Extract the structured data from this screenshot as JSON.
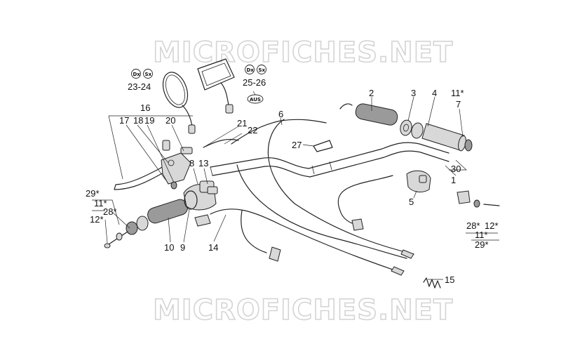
{
  "watermark": {
    "top": "MICROFICHES.NET",
    "bottom": "MICROFICHES.NET"
  },
  "badges": {
    "dx": "Dx",
    "sx": "Sx",
    "aus": "AUS"
  },
  "callouts": {
    "c1": "1",
    "c2": "2",
    "c3": "3",
    "c4": "4",
    "c5": "5",
    "c6": "6",
    "c7": "7",
    "c8": "8",
    "c9": "9",
    "c10": "10",
    "c11_right_top": "11*",
    "c11_left": "11*",
    "c11_right_bottom": "11*",
    "c12_left": "12*",
    "c12_right": "12*",
    "c13": "13",
    "c14": "14",
    "c15": "15",
    "c16": "16",
    "c17": "17",
    "c18": "18",
    "c19": "19",
    "c20": "20",
    "c21": "21",
    "c22": "22",
    "c23_24": "23-24",
    "c25_26": "25-26",
    "c27": "27",
    "c28_left": "28*",
    "c28_right": "28*",
    "c29_left": "29*",
    "c29_right": "29*",
    "c30": "30"
  },
  "icons": [
    "left-mirror-icon",
    "right-mirror-icon",
    "handlebar-icon",
    "throttle-grip-icon",
    "left-grip-icon",
    "switch-cluster-icon",
    "clutch-lever-icon",
    "cable-icon",
    "spring-icon"
  ]
}
